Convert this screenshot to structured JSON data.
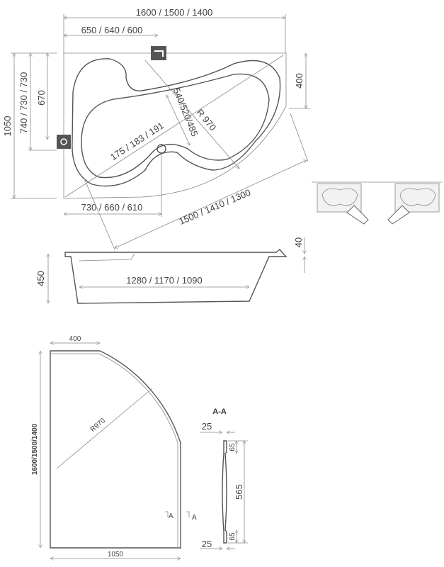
{
  "top_view": {
    "overall_length": "1600 / 1500 / 1400",
    "faucet_offset": "650 / 640 / 600",
    "overall_width": "1050",
    "drain_height": "740 / 730 / 730",
    "inner_height": "670",
    "right_edge": "400",
    "bottom_offset": "730 / 660 / 610",
    "diagonal_length": "1500 / 1410 / 1300",
    "diagonal_inner": "175 / 183 / 191",
    "inner_width": "540/520/485",
    "radius": "R 970"
  },
  "side_view": {
    "height": "450",
    "rim": "40",
    "inner_length": "1280 / 1170 / 1090"
  },
  "panel_view": {
    "top_width": "400",
    "height": "1600/1500/1400",
    "radius": "R970",
    "bottom_width": "1050",
    "section_marker": "A"
  },
  "section_view": {
    "title": "A-A",
    "top_offset": "25",
    "bottom_offset": "25",
    "top_lip": "65",
    "bottom_lip": "65",
    "height": "565"
  }
}
